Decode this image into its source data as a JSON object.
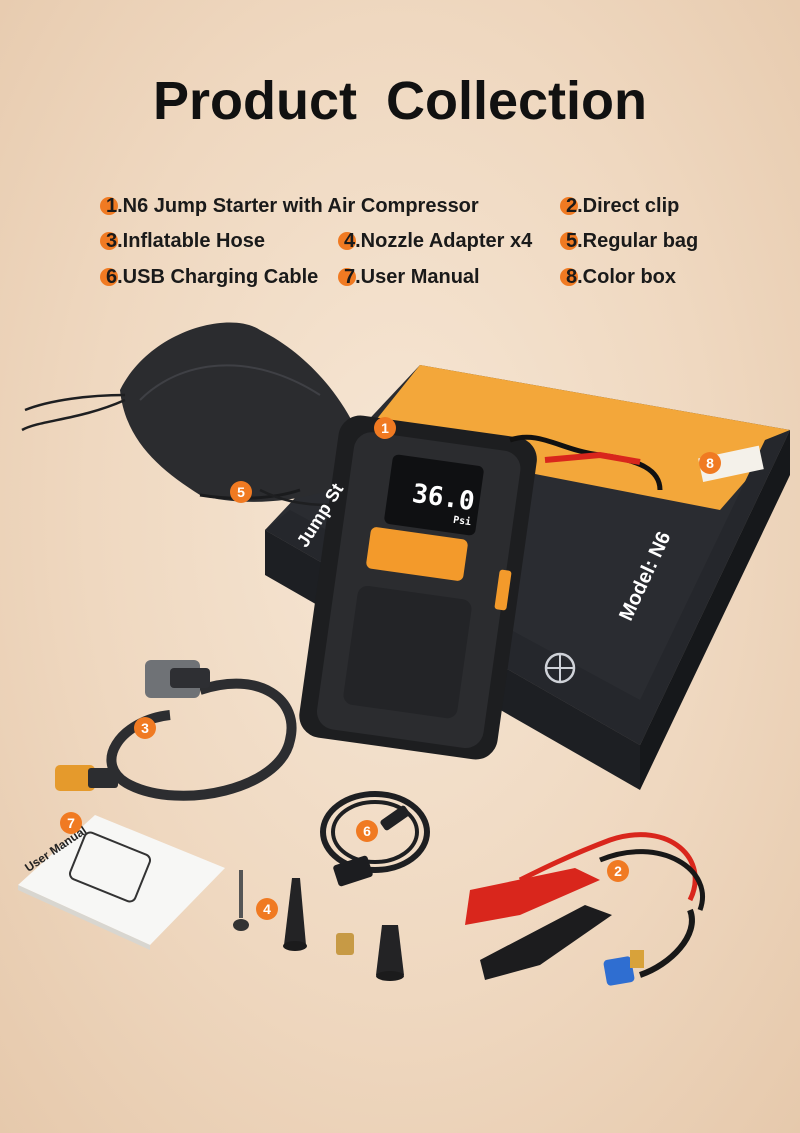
{
  "title": "Product  Collection",
  "items": [
    {
      "label": "1.N6 Jump Starter with Air Compressor"
    },
    {
      "label": "2.Direct clip"
    },
    {
      "label": "3.Inflatable Hose"
    },
    {
      "label": "4.Nozzle Adapter x4"
    },
    {
      "label": "5.Regular bag"
    },
    {
      "label": "6.USB Charging Cable"
    },
    {
      "label": "7.User Manual"
    },
    {
      "label": "8.Color box"
    }
  ],
  "markers": [
    "1",
    "2",
    "3",
    "4",
    "5",
    "6",
    "7",
    "8"
  ],
  "device": {
    "display_value": "36.0",
    "display_unit": "Psi"
  },
  "box": {
    "model_text": "Model: N6",
    "side_text": "Jump St"
  },
  "manual": {
    "title": "User Manual"
  },
  "colors": {
    "accent": "#f07a22",
    "box_dark": "#232529",
    "box_orange": "#f3a73a",
    "hose_tip": "#e59a2c",
    "clip_red": "#d9261c"
  }
}
